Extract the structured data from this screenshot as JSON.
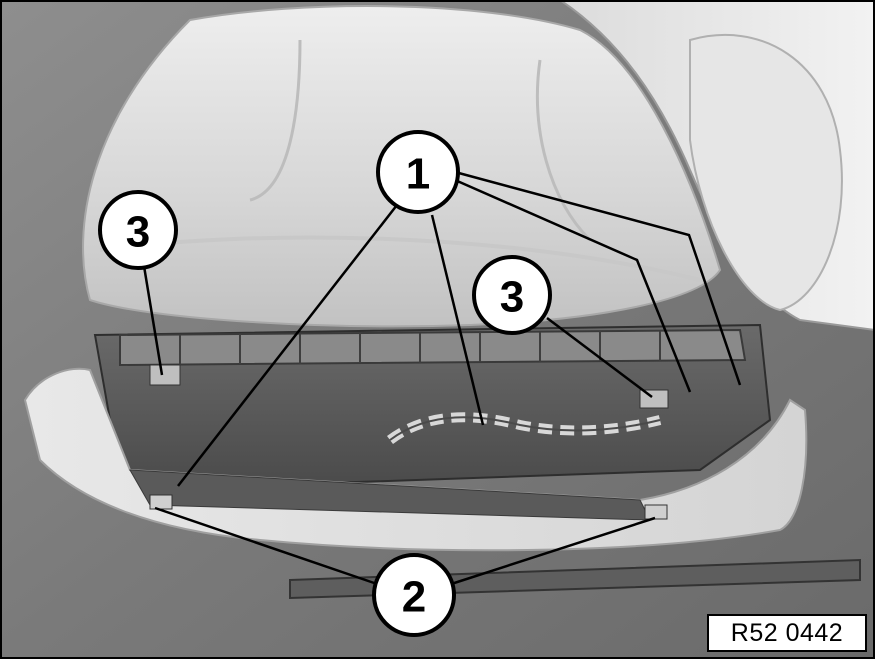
{
  "figure_id": "R52 0442",
  "callouts": {
    "c1": "1",
    "c2": "2",
    "c3a": "3",
    "c3b": "3"
  }
}
